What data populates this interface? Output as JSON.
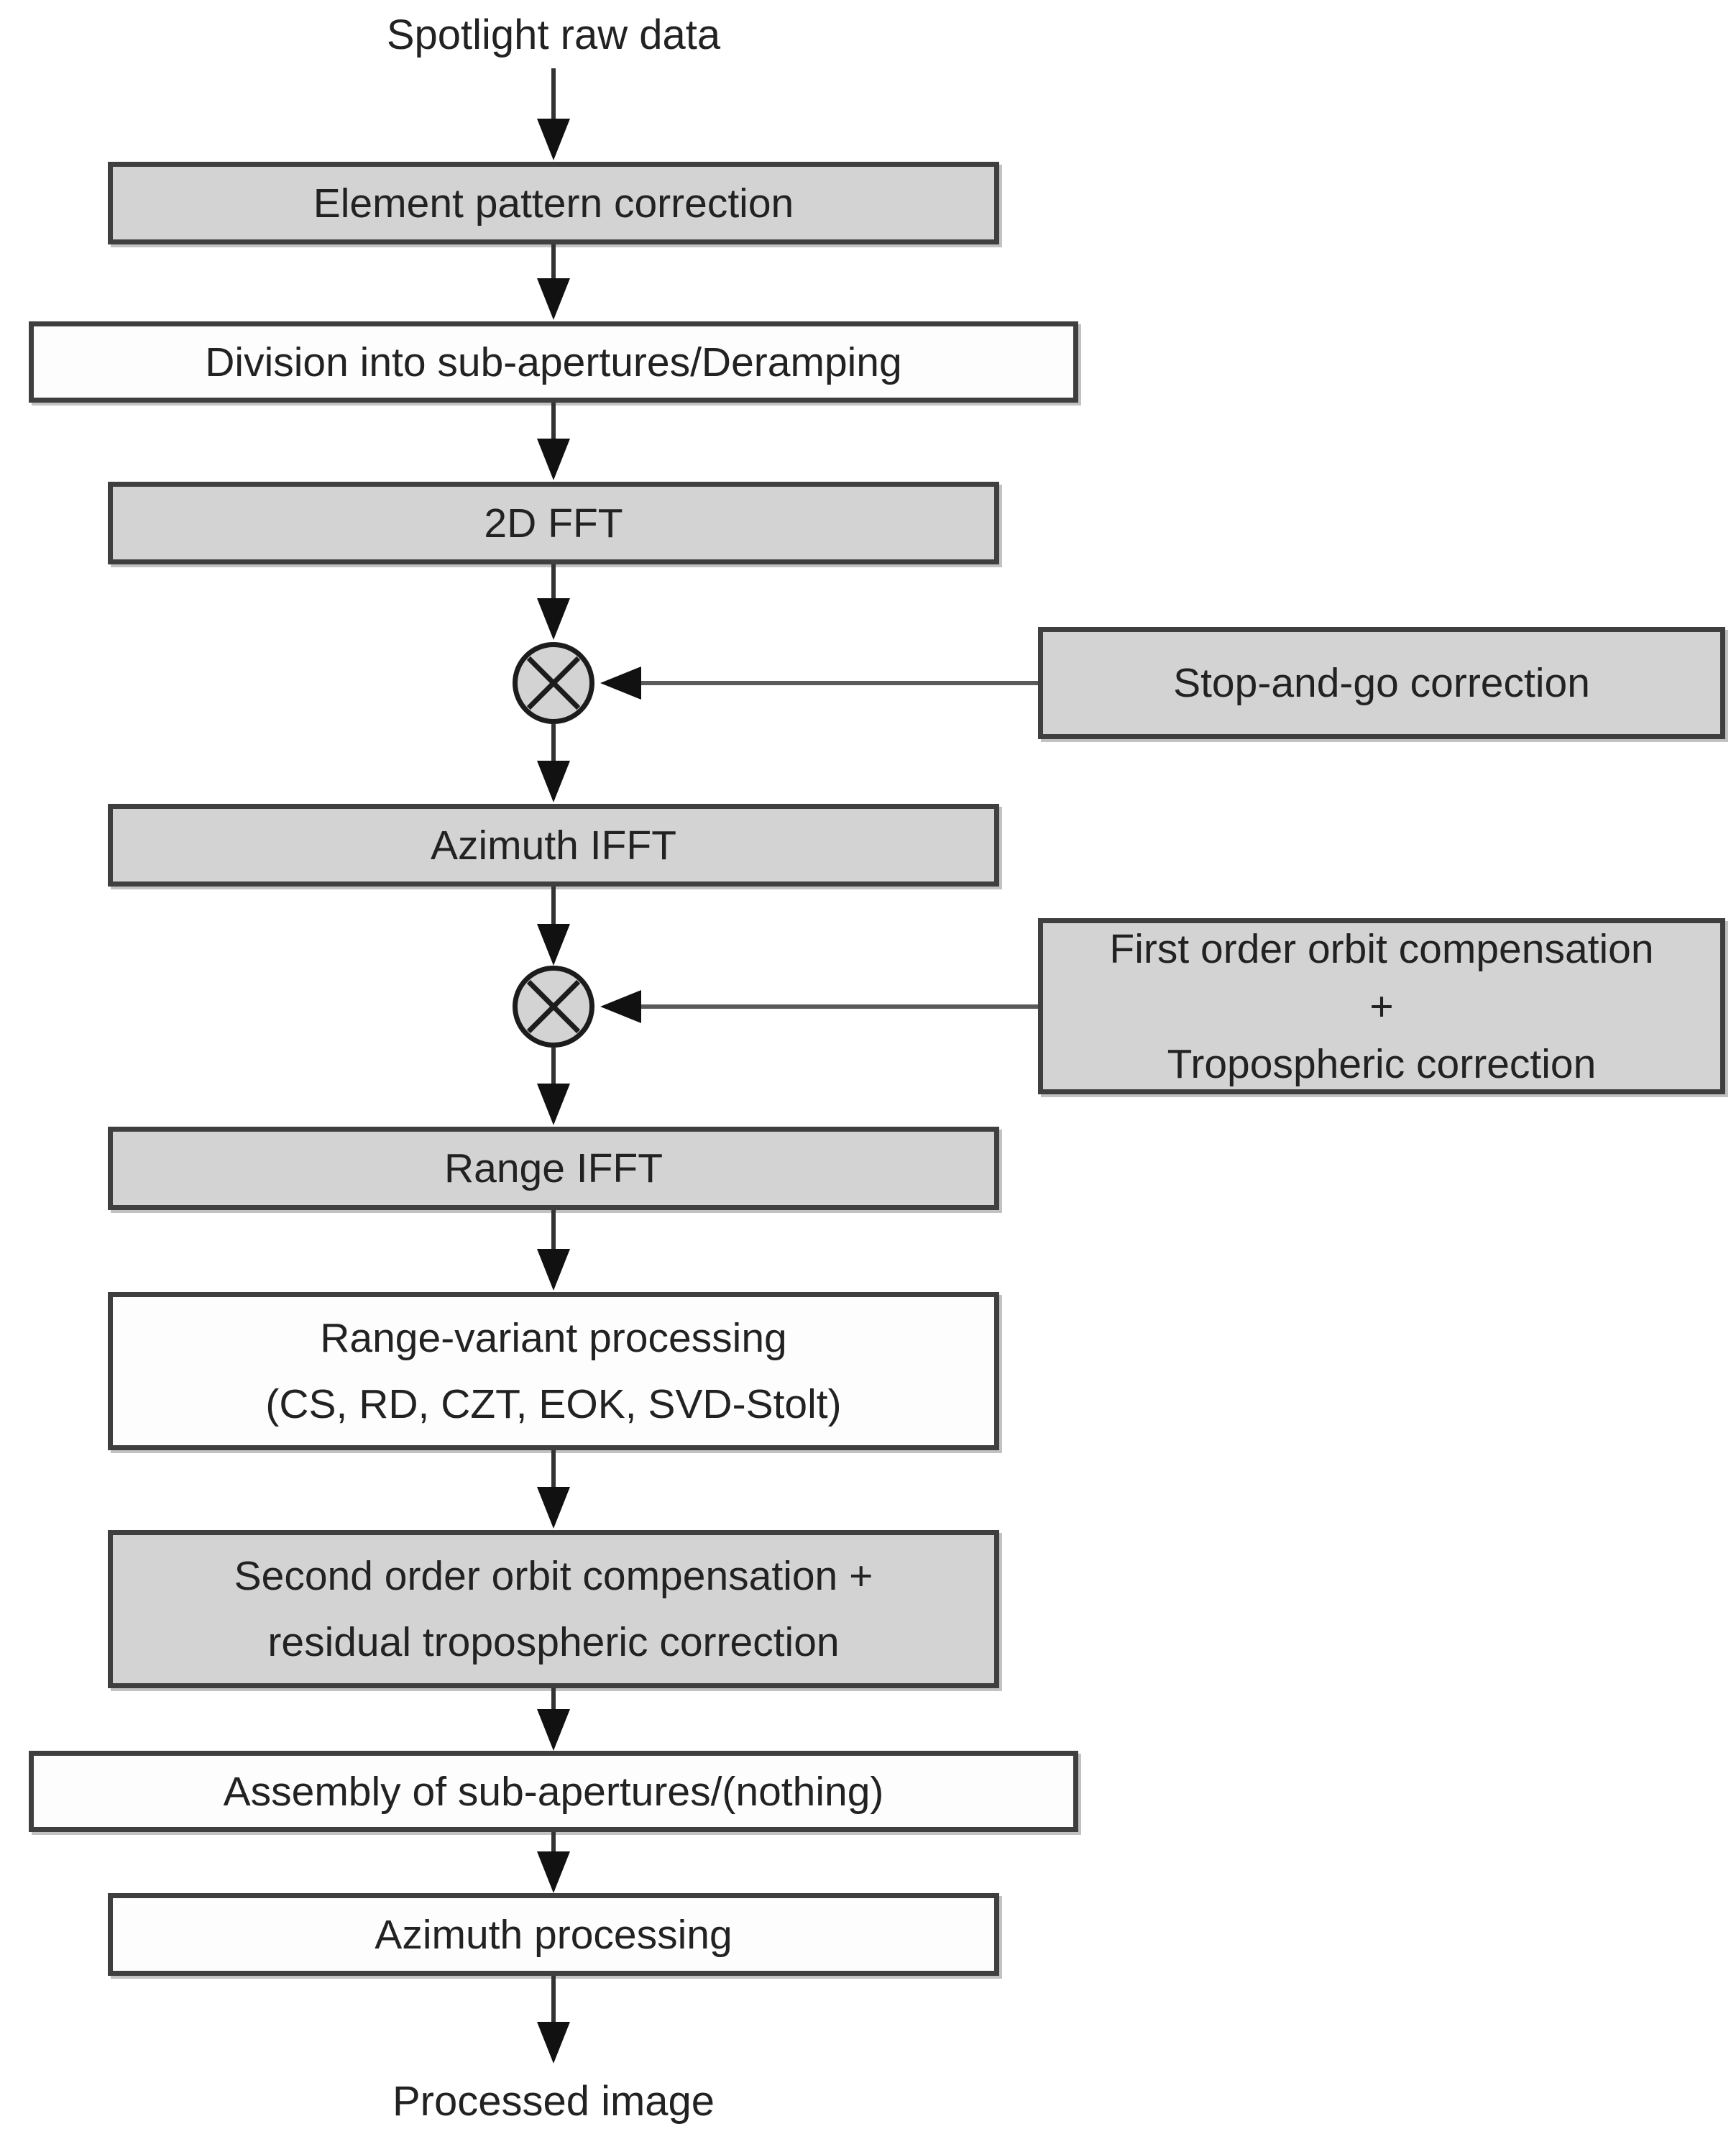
{
  "colors": {
    "page_bg": "#ffffff",
    "box_gray_fill": "#d3d3d3",
    "box_white_fill": "#fdfdfd",
    "box_border": "#3f3f3f",
    "line_vertical": "#333333",
    "line_horizontal": "#5a5a5a",
    "arrowhead": "#111111",
    "text": "#222222"
  },
  "icons": {
    "multiplier": "multiply-circle-icon"
  },
  "flow": {
    "source_label": "Spotlight raw data",
    "sink_label": "Processed image",
    "boxes": {
      "element_pattern": "Element pattern correction",
      "division": "Division into sub-apertures/Deramping",
      "fft2d": "2D FFT",
      "azimuth_ifft": "Azimuth IFFT",
      "range_ifft": "Range IFFT",
      "range_variant_line1": "Range-variant processing",
      "range_variant_line2": "(CS, RD, CZT, EOK, SVD-Stolt)",
      "second_order_line1": "Second order orbit compensation +",
      "second_order_line2": "residual tropospheric correction",
      "assembly": "Assembly of sub-apertures/(nothing)",
      "azimuth_processing": "Azimuth processing"
    },
    "side_boxes": {
      "stop_and_go": "Stop-and-go correction",
      "first_order_line1": "First order orbit compensation",
      "first_order_line2": "+",
      "first_order_line3": "Tropospheric correction"
    }
  }
}
